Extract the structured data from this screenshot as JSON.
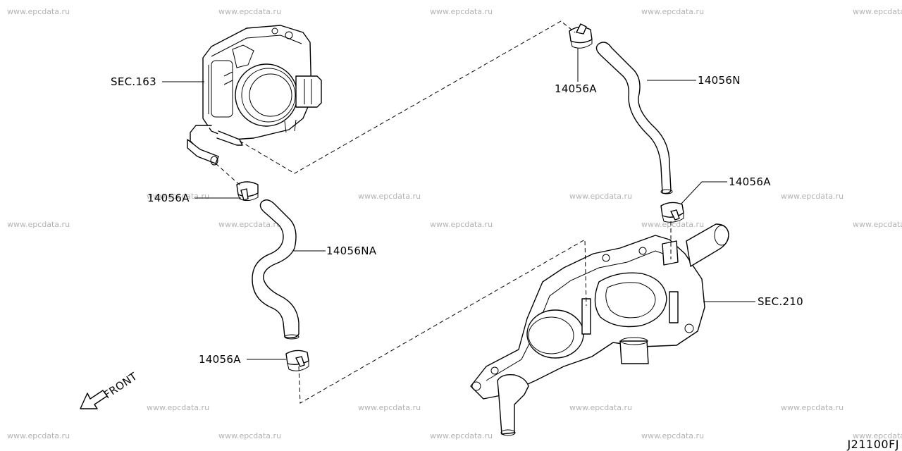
{
  "watermark": "www.epcdata.ru",
  "labels": {
    "sec163": "SEC.163",
    "clip_top_right": "14056A",
    "hose_n": "14056N",
    "clip_right": "14056A",
    "clip_left": "14056A",
    "hose_na": "14056NA",
    "clip_bottom": "14056A",
    "sec210": "SEC.210",
    "front": "FRONT"
  },
  "diagram_code": "J21100FJ"
}
